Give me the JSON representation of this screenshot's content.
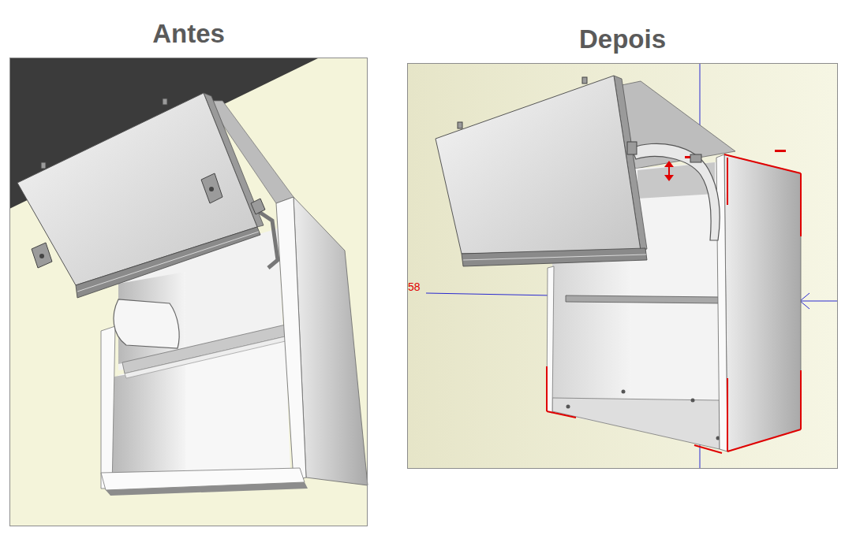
{
  "diagram": {
    "nodes": [
      {
        "text": [
          "Antes"
        ]
      },
      {
        "text": [
          "Depois"
        ]
      }
    ],
    "labels": [
      "58"
    ]
  }
}
